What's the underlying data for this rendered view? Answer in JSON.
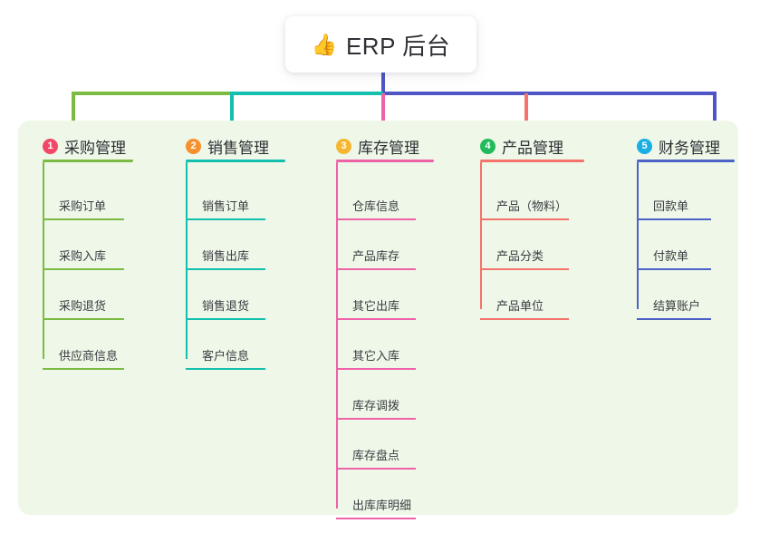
{
  "root": {
    "icon": "thumbs-up-emoji",
    "icon_glyph": "👍",
    "title": "ERP 后台"
  },
  "palette": {
    "panel_bg": "#eef7e8",
    "page_bg": "#ffffff",
    "stem_blue": "#4f55c4",
    "bar_green": "#7cbb43",
    "bar_teal": "#14bfae",
    "bar_blue": "#4f55c4",
    "text": "#2c2f33",
    "leaf_text": "#3a3d42"
  },
  "columns": [
    {
      "number": "1",
      "title": "采购管理",
      "badge_color": "#f1486a",
      "line_color": "#7cbb43",
      "stub_color": "#7cbb43",
      "items": [
        {
          "label": "采购订单"
        },
        {
          "label": "采购入库"
        },
        {
          "label": "采购退货"
        },
        {
          "label": "供应商信息"
        }
      ]
    },
    {
      "number": "2",
      "title": "销售管理",
      "badge_color": "#f5912e",
      "line_color": "#14bfae",
      "stub_color": "#14bfae",
      "items": [
        {
          "label": "销售订单"
        },
        {
          "label": "销售出库"
        },
        {
          "label": "销售退货"
        },
        {
          "label": "客户信息"
        }
      ]
    },
    {
      "number": "3",
      "title": "库存管理",
      "badge_color": "#f5b731",
      "line_color": "#ee62a8",
      "stub_color": "#ee62a8",
      "items": [
        {
          "label": "仓库信息"
        },
        {
          "label": "产品库存"
        },
        {
          "label": "其它出库"
        },
        {
          "label": "其它入库"
        },
        {
          "label": "库存调拨"
        },
        {
          "label": "库存盘点"
        },
        {
          "label": "出库库明细"
        }
      ]
    },
    {
      "number": "4",
      "title": "产品管理",
      "badge_color": "#22bb5b",
      "line_color": "#f4736b",
      "stub_color": "#f4736b",
      "items": [
        {
          "label": "产品（物料）"
        },
        {
          "label": "产品分类"
        },
        {
          "label": "产品单位"
        }
      ]
    },
    {
      "number": "5",
      "title": "财务管理",
      "badge_color": "#19aee4",
      "line_color": "#4b62c6",
      "stub_color": "#4f55c4",
      "items": [
        {
          "label": "回款单"
        },
        {
          "label": "付款单"
        },
        {
          "label": "结算账户"
        }
      ]
    }
  ]
}
